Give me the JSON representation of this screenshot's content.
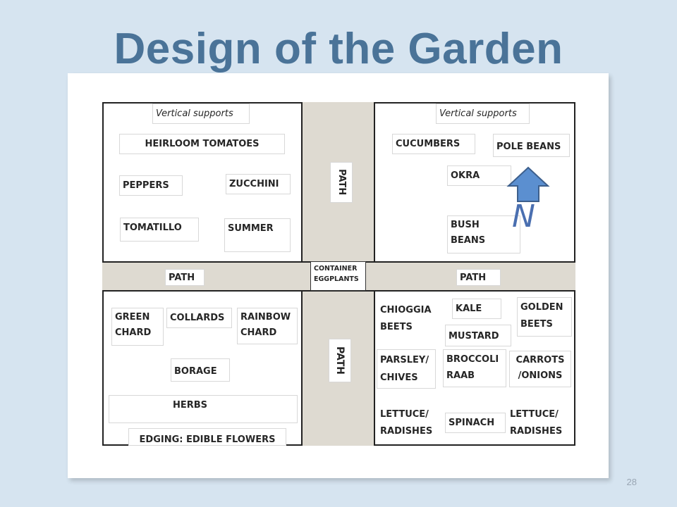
{
  "slide": {
    "title": "Design of the Garden",
    "page_number": "28"
  },
  "beds": {
    "nw": {
      "support": "Vertical supports",
      "heirloom": "HEIRLOOM TOMATOES",
      "peppers": "PEPPERS",
      "zucchini": "ZUCCHINI",
      "tomatillo": "TOMATILLO",
      "summer": "SUMMER"
    },
    "ne": {
      "support": "Vertical supports",
      "cucumbers": "CUCUMBERS",
      "pole_beans": "POLE BEANS",
      "okra": "OKRA",
      "bush_beans_1": "BUSH",
      "bush_beans_2": "BEANS"
    },
    "sw": {
      "green_chard_1": "GREEN",
      "green_chard_2": "CHARD",
      "collards": "COLLARDS",
      "rainbow_chard_1": "RAINBOW",
      "rainbow_chard_2": "CHARD",
      "borage": "BORAGE",
      "herbs": "HERBS",
      "edging": "EDGING: EDIBLE FLOWERS"
    },
    "se": {
      "chioggia_1": "CHIOGGIA",
      "chioggia_2": "BEETS",
      "kale": "KALE",
      "golden_1": "GOLDEN",
      "golden_2": "BEETS",
      "mustard": "MUSTARD",
      "parsley_1": "PARSLEY/",
      "parsley_2": "CHIVES",
      "broccoli_1": "BROCCOLI",
      "broccoli_2": "RAAB",
      "carrots_1": "CARROTS",
      "carrots_2": "/ONIONS",
      "lettuce_left_1": "LETTUCE/",
      "lettuce_left_2": "RADISHES",
      "spinach": "SPINACH",
      "lettuce_right_1": "LETTUCE/",
      "lettuce_right_2": "RADISHES"
    }
  },
  "paths": {
    "top": "PATH",
    "bottom": "PATH",
    "left": "PATH",
    "right": "PATH"
  },
  "center": {
    "line1": "CONTAINER",
    "line2": "EGGPLANTS"
  },
  "compass": {
    "letter": "N",
    "arrow_color": "#5b8fd0",
    "letter_color": "#4a6fb0"
  }
}
